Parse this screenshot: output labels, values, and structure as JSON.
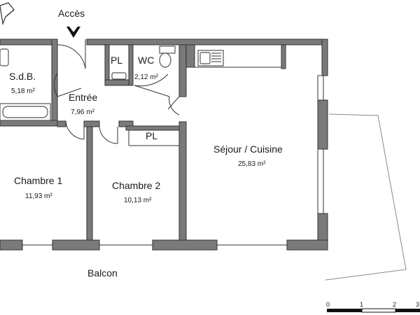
{
  "plan": {
    "access_label": "Accès",
    "rooms": {
      "sdb": {
        "name": "S.d.B.",
        "area": "5,18 m²"
      },
      "entree": {
        "name": "Entrée",
        "area": "7,96 m²"
      },
      "wc": {
        "name": "WC",
        "area": "2,12 m²"
      },
      "pl_top": {
        "name": "PL"
      },
      "pl_mid": {
        "name": "PL"
      },
      "chambre1": {
        "name": "Chambre 1",
        "area": "11,93 m²"
      },
      "chambre2": {
        "name": "Chambre 2",
        "area": "10,13 m²"
      },
      "sejour": {
        "name": "Séjour / Cuisine",
        "area": "25,83 m²"
      },
      "balcon": {
        "name": "Balcon"
      }
    },
    "scale": {
      "ticks": [
        "0",
        "1",
        "2",
        "3"
      ]
    },
    "colors": {
      "wall": "#777777",
      "line": "#444444",
      "fixture": "#555555"
    }
  }
}
